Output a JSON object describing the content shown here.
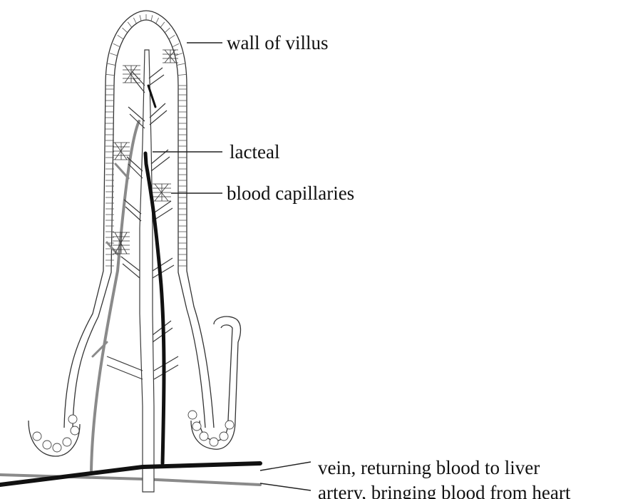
{
  "labels": {
    "wall": "wall of villus",
    "lacteal": "lacteal",
    "capillaries": "blood capillaries",
    "vein": "vein, returning blood to liver",
    "artery": "artery, bringing blood from heart"
  },
  "colors": {
    "vein": "#111111",
    "artery": "#8a8a8a",
    "outline": "#333333",
    "background": "#ffffff"
  }
}
